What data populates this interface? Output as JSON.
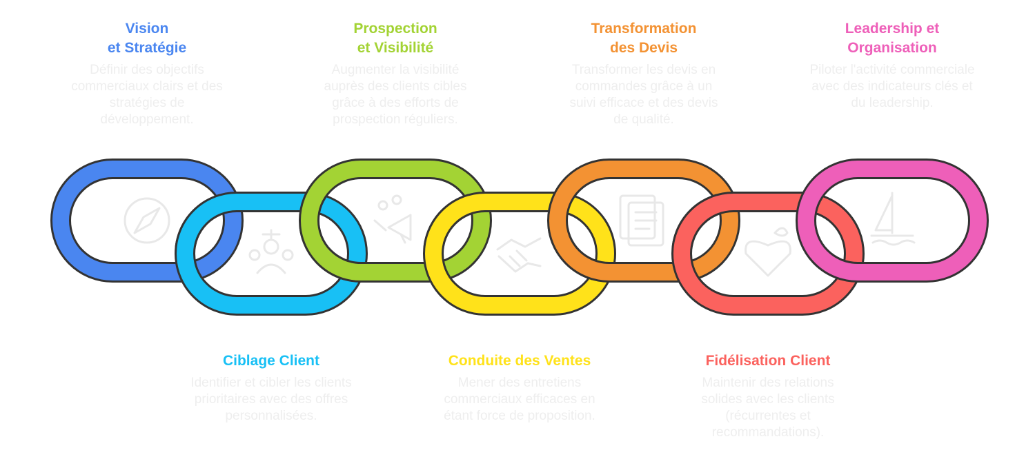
{
  "colors": {
    "vision": "#4a86f0",
    "ciblage": "#18c0f5",
    "prospection": "#a3d334",
    "conduite": "#ffe21a",
    "transformation": "#f39233",
    "fidelisation": "#fb625e",
    "leadership": "#ee5fb9",
    "outline": "#333333",
    "icon": "#e8e8e8",
    "description_text": "#eeeeee"
  },
  "steps": {
    "vision": {
      "title": "Vision\net Stratégie",
      "description": "Définir des objectifs commerciaux clairs et des stratégies de développement.",
      "icon": "compass-icon"
    },
    "ciblage": {
      "title": "Ciblage Client",
      "description": "Identifier et cibler les clients prioritaires avec des offres personnalisées.",
      "icon": "target-people-icon"
    },
    "prospection": {
      "title": "Prospection\net Visibilité",
      "description": "Augmenter la visibilité auprès des clients cibles grâce à des efforts de prospection réguliers.",
      "icon": "megaphone-icon"
    },
    "conduite": {
      "title": "Conduite des Ventes",
      "description": "Mener des entretiens commerciaux efficaces en étant force de proposition.",
      "icon": "handshake-icon"
    },
    "transformation": {
      "title": "Transformation\ndes Devis",
      "description": "Transformer les devis en commandes grâce à un suivi efficace et des devis de qualité.",
      "icon": "documents-icon"
    },
    "fidelisation": {
      "title": "Fidélisation Client",
      "description": "Maintenir des relations solides avec les clients (récurrentes et recommandations).",
      "icon": "heart-gift-icon"
    },
    "leadership": {
      "title": "Leadership et\nOrganisation",
      "description": "Piloter l'activité commerciale avec des indicateurs clés et du leadership.",
      "icon": "sailboat-icon"
    }
  }
}
